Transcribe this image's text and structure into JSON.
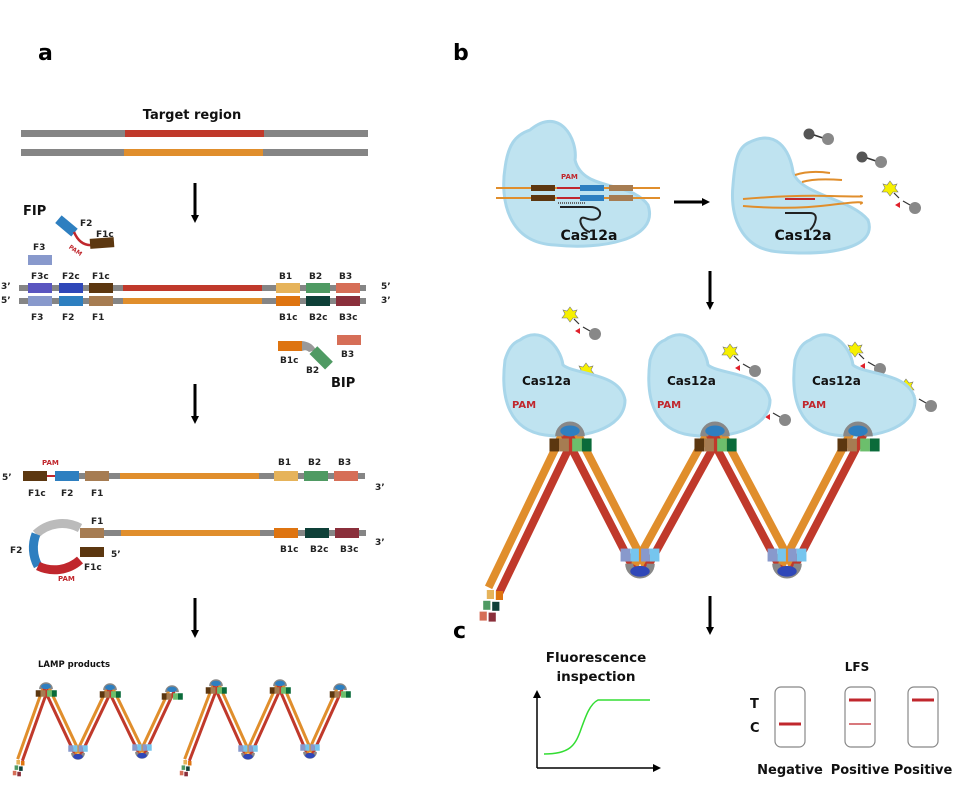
{
  "panels": {
    "a": "a",
    "b": "b",
    "c": "c"
  },
  "colors": {
    "gray": "#858585",
    "red": "#c0392b",
    "orange": "#e08e2c",
    "F3": "#8899cc",
    "F3c": "#5a55c0",
    "F2": "#2e7fc0",
    "F2c": "#2f47b8",
    "F1": "#a67c52",
    "F1c": "#5c3710",
    "B1": "#e6b35a",
    "B1c": "#de7410",
    "B2": "#4f9a63",
    "B2c": "#0e4038",
    "B3": "#d66e57",
    "B3c": "#8a2f3b",
    "cas": "#bfe3f0",
    "casEdge": "#a8d6ea",
    "pamText": "#c0272d",
    "curve": "#33dd33",
    "stripLine": "#c0272d"
  },
  "panel_a": {
    "target_label": "Target region",
    "fip_label": "FIP",
    "bip_label": "BIP",
    "pam": "PAM",
    "end3": "3’",
    "end5": "5’",
    "top_strand_labels": [
      "F3c",
      "F2c",
      "F1c",
      "B1",
      "B2",
      "B3"
    ],
    "bottom_strand_labels": [
      "F3",
      "F2",
      "F1",
      "B1c",
      "B2c",
      "B3c"
    ],
    "fip_parts": [
      "F2",
      "F1c"
    ],
    "f3_primer": "F3",
    "bip_parts": [
      "B1c",
      "B2",
      "B3"
    ],
    "step3_top": [
      "F1c",
      "F2",
      "F1",
      "B1",
      "B2",
      "B3"
    ],
    "step3_bottom": [
      "F2",
      "F1",
      "F1c",
      "B1c",
      "B2c",
      "B3c"
    ],
    "lamp_label": "LAMP products"
  },
  "panel_b": {
    "cas_label": "Cas12a",
    "pam": "PAM"
  },
  "panel_c": {
    "fluor_title_1": "Fluorescence",
    "fluor_title_2": "inspection",
    "lfs_title": "LFS",
    "t_label": "T",
    "c_label": "C",
    "strips": [
      {
        "label": "Negative",
        "T": false,
        "C": true
      },
      {
        "label": "Positive",
        "T": true,
        "C": true
      },
      {
        "label": "Positive",
        "T": true,
        "C": false
      }
    ]
  }
}
